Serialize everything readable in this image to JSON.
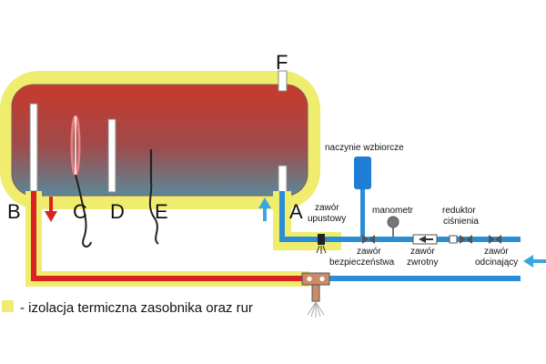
{
  "colors": {
    "insulation": "#f0ec6e",
    "pipe_blue": "#2a8ed6",
    "pipe_red": "#d8231f",
    "tank_hot": "#c83a2c",
    "tank_cold": "#5a8898",
    "vessel": "#1e7ed6",
    "arrow_red": "#d8231f",
    "arrow_blue": "#39a6e0"
  },
  "labels": {
    "A": "A",
    "B": "B",
    "C": "C",
    "D": "D",
    "E": "E",
    "F": "F"
  },
  "components": {
    "expansion_vessel": "naczynie wzbiorcze",
    "drain_valve_l1": "zawór",
    "drain_valve_l2": "upustowy",
    "pressure_gauge": "manometr",
    "safety_valve_l1": "zawór",
    "safety_valve_l2": "bezpieczeństwa",
    "check_valve_l1": "zawór",
    "check_valve_l2": "zwrotny",
    "reducer_l1": "reduktor",
    "reducer_l2": "ciśnienia",
    "shutoff_valve_l1": "zawór",
    "shutoff_valve_l2": "odcinający"
  },
  "legend": {
    "text": "- izolacja termiczna zasobnika oraz rur"
  }
}
